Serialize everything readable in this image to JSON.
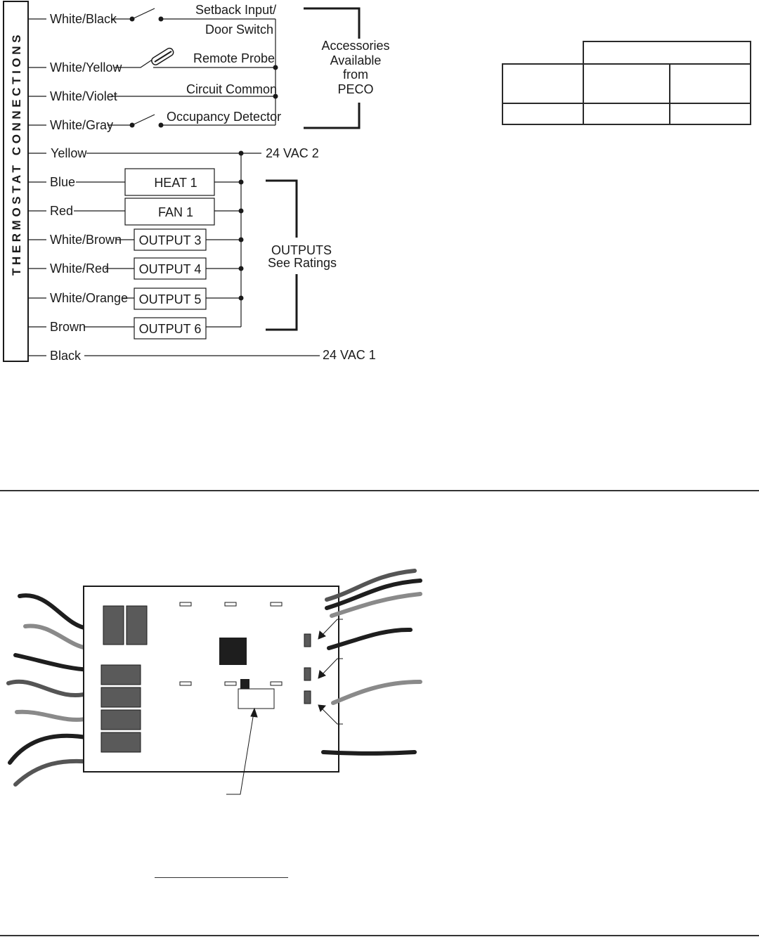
{
  "diagram": {
    "vertical_title": "THERMOSTAT CONNECTIONS",
    "inputs": [
      {
        "wire": "White/Black",
        "device": "Setback Input/",
        "device_line2": "Door Switch"
      },
      {
        "wire": "White/Yellow",
        "device": "Remote Probe"
      },
      {
        "wire": "White/Violet",
        "device": "Circuit Common"
      },
      {
        "wire": "White/Gray",
        "device": "Occupancy Detector"
      }
    ],
    "accessories": [
      "Accessories",
      "Available",
      "from",
      "PECO"
    ],
    "power": {
      "wire": "Yellow",
      "label": "24 VAC 2"
    },
    "outputs": [
      {
        "wire": "Blue",
        "box": "HEAT 1"
      },
      {
        "wire": "Red",
        "box": "FAN 1"
      },
      {
        "wire": "White/Brown",
        "box": "OUTPUT 3"
      },
      {
        "wire": "White/Red",
        "box": "OUTPUT 4"
      },
      {
        "wire": "White/Orange",
        "box": "OUTPUT 5"
      },
      {
        "wire": "Brown",
        "box": "OUTPUT 6"
      }
    ],
    "outputs_note": [
      "OUTPUTS",
      "See Ratings"
    ],
    "ground": {
      "wire": "Black",
      "label": "24 VAC 1"
    }
  },
  "colors": {
    "ink": "#1a1a1a",
    "wire_dark": "#1e1e1e",
    "wire_mid": "#555555",
    "wire_light": "#8a8a8a",
    "relay": "#5a5a5a"
  }
}
